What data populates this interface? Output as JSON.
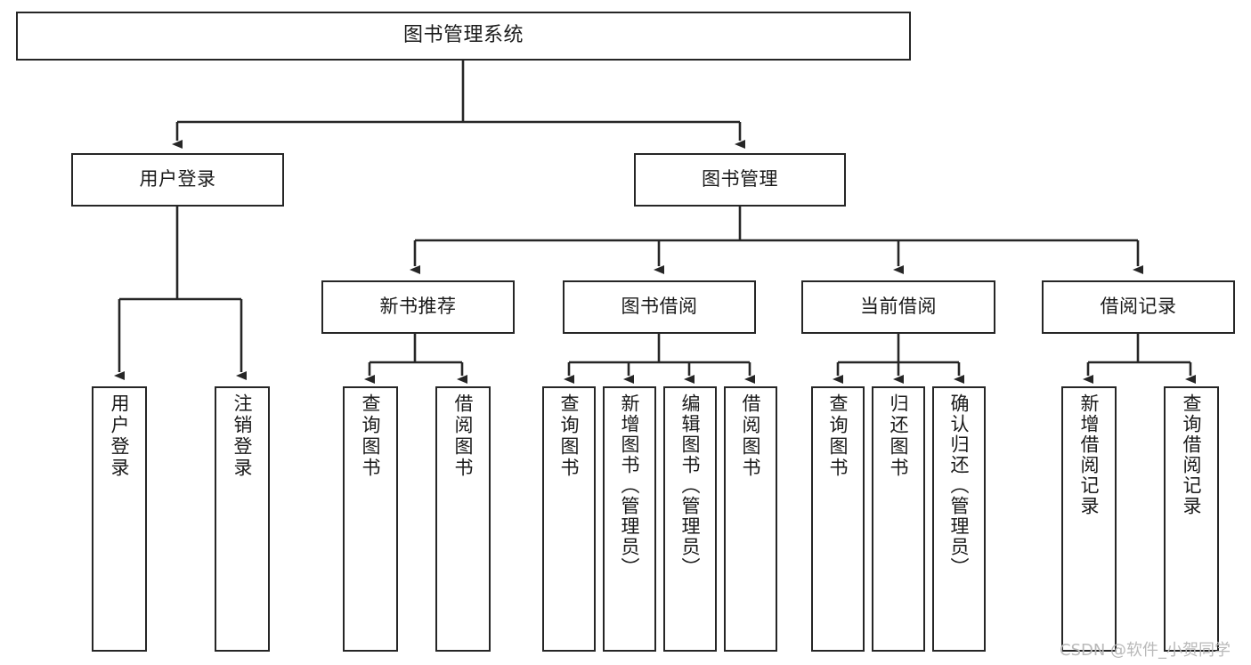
{
  "diagram": {
    "title": "图书管理系统",
    "type": "tree-hierarchy",
    "stroke_color": "#262626",
    "fill_color": "#ffffff",
    "text_color": "#1a1a1a"
  },
  "nodes": {
    "root": {
      "label": "图书管理系统"
    },
    "level2": [
      {
        "label": "用户登录"
      },
      {
        "label": "图书管理"
      }
    ],
    "level3": [
      {
        "label": "新书推荐"
      },
      {
        "label": "图书借阅"
      },
      {
        "label": "当前借阅"
      },
      {
        "label": "借阅记录"
      }
    ],
    "leaves": {
      "user_login": [
        {
          "label": "用户登录"
        },
        {
          "label": "注销登录"
        }
      ],
      "new_book": [
        {
          "label": "查询图书"
        },
        {
          "label": "借阅图书"
        }
      ],
      "book_borrow": [
        {
          "label": "查询图书"
        },
        {
          "label": "新增图书（管理员）"
        },
        {
          "label": "编辑图书（管理员）"
        },
        {
          "label": "借阅图书"
        }
      ],
      "current_borrow": [
        {
          "label": "查询图书"
        },
        {
          "label": "归还图书"
        },
        {
          "label": "确认归还（管理员）"
        }
      ],
      "borrow_record": [
        {
          "label": "新增借阅记录"
        },
        {
          "label": "查询借阅记录"
        }
      ]
    }
  },
  "watermark": {
    "text": "CSDN @软件_小贺同学"
  }
}
